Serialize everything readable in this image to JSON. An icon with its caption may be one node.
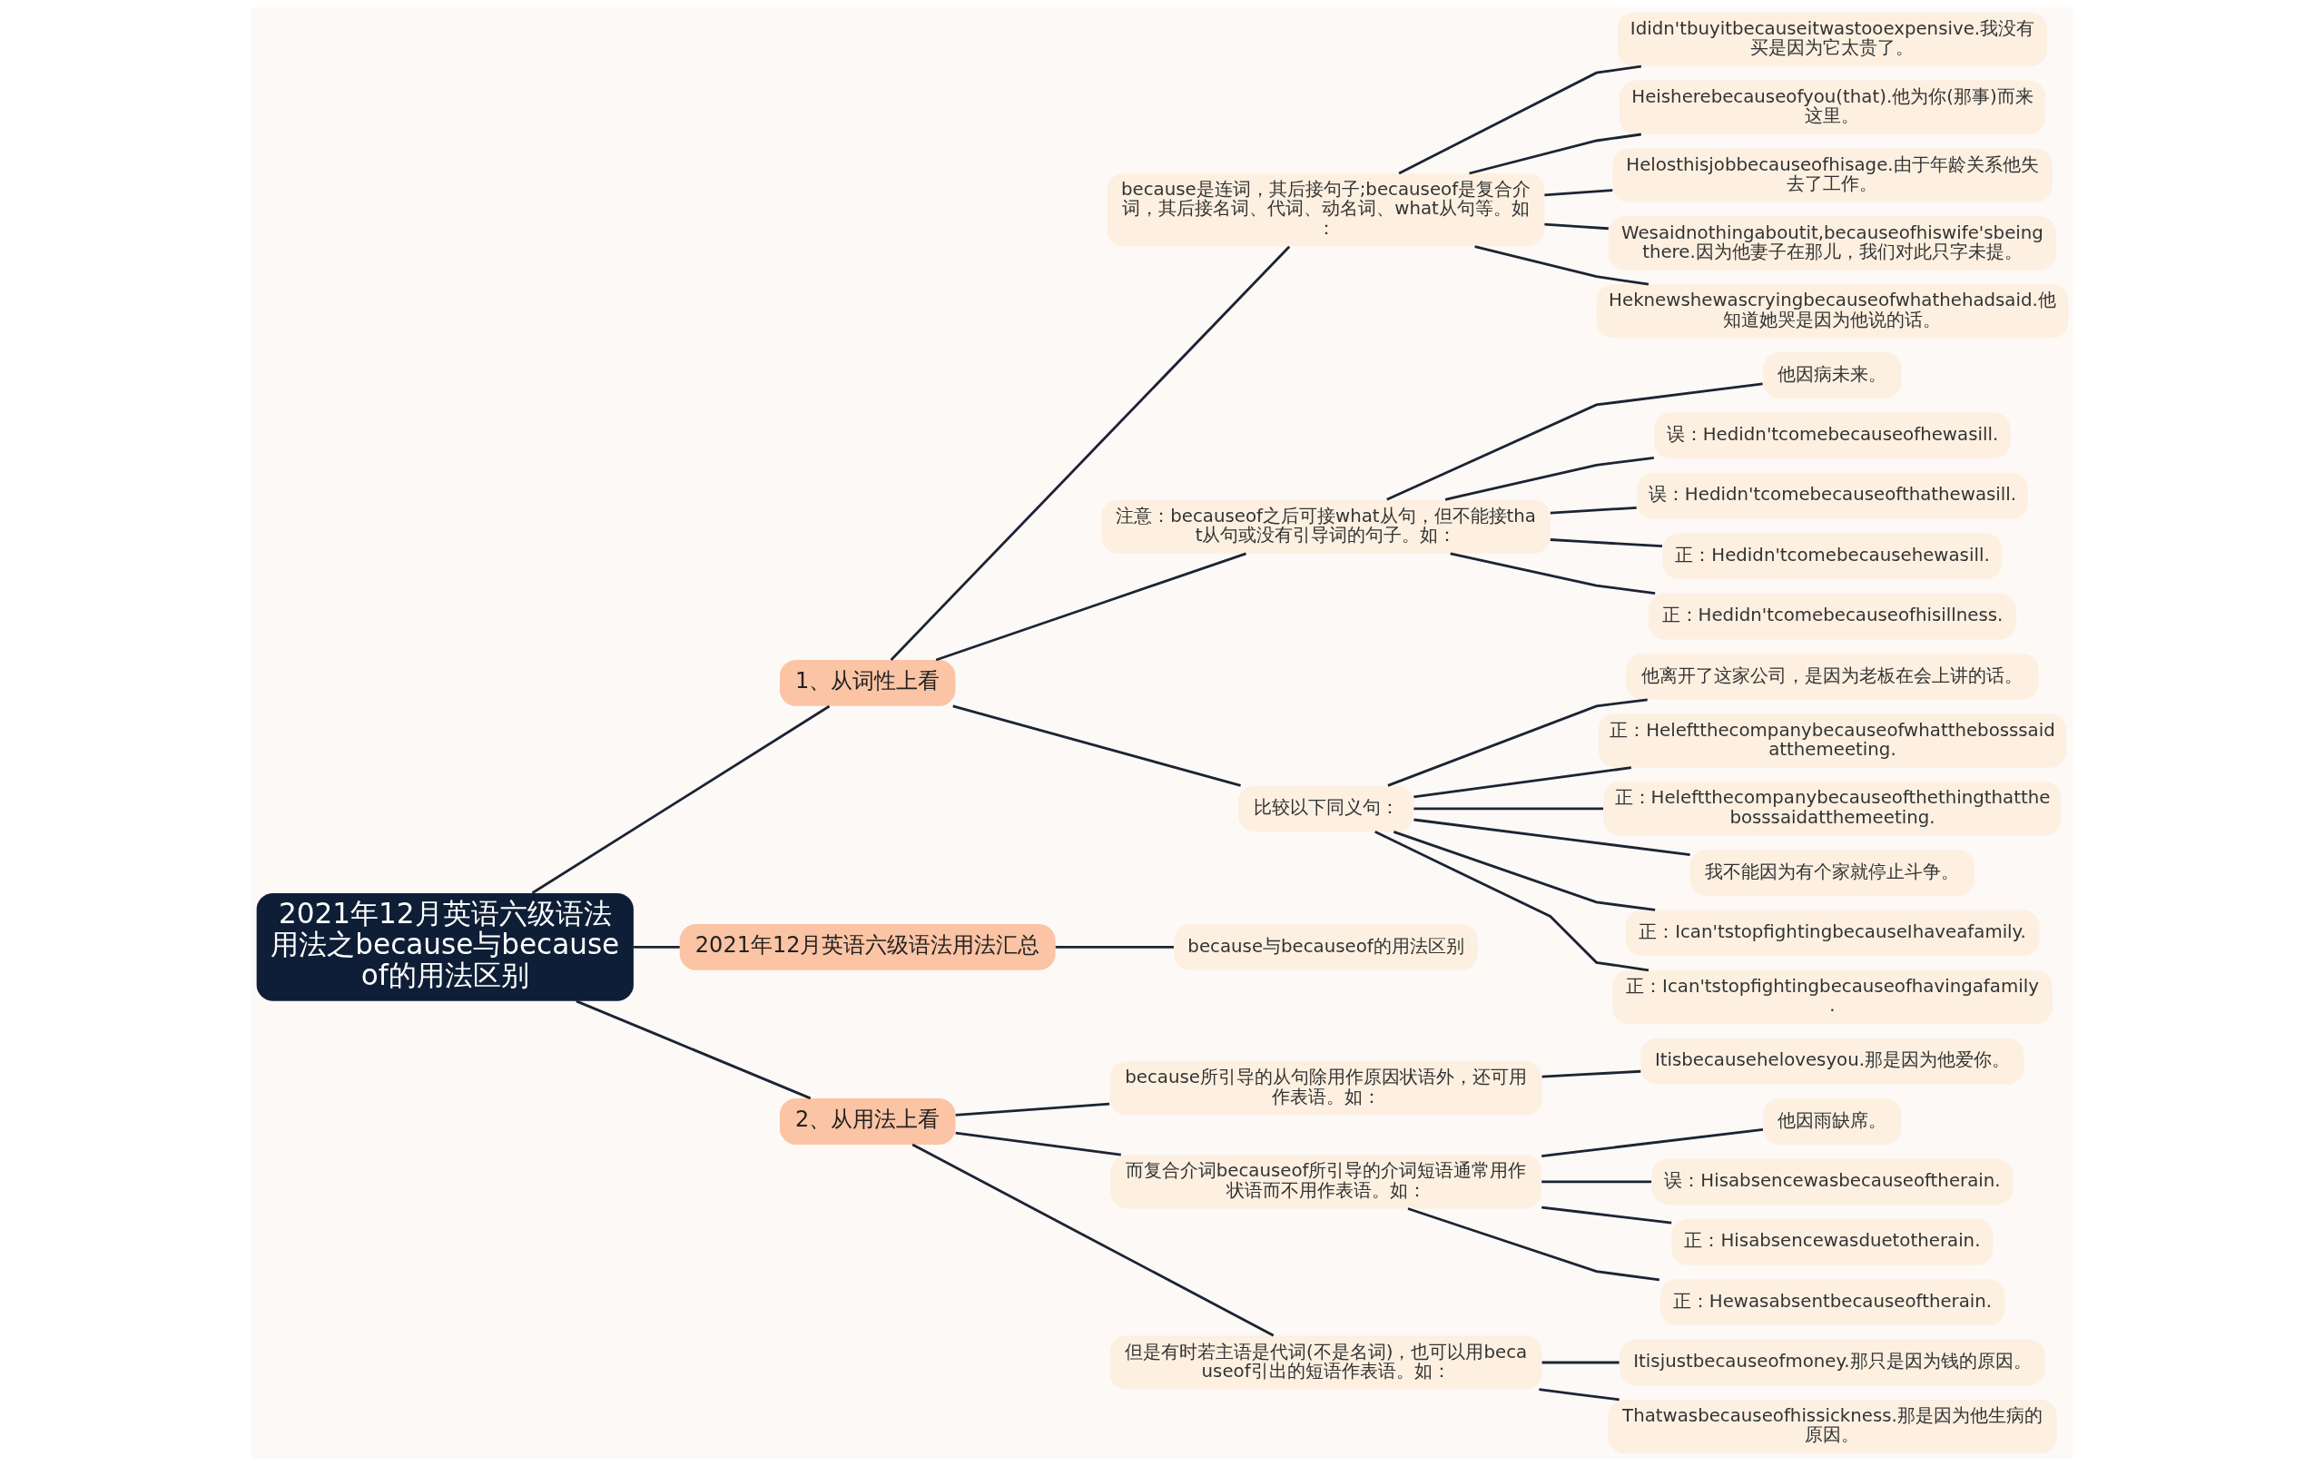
{
  "diagram": {
    "nodes": [
      {
        "text": [
          "2021年12月英语六级语法用法之because与because of的用法区别"
        ]
      },
      {
        "text": [
          "1、从词性上看"
        ]
      },
      {
        "text": [
          "because是连词，其后接句子;becauseof是复合介词，其后接名词、代词、动名词、what从句等。如："
        ]
      },
      {
        "text": [
          "Ididn'tbuyitbecauseitwastooexpensive.我没有买是因为它太贵了。"
        ]
      },
      {
        "text": [
          "Heisherebecauseofyou(that).他为你(那事)而来这里。"
        ]
      },
      {
        "text": [
          "Helosthisjobbecauseofhisage.由于年龄关系他失去了工作。"
        ]
      },
      {
        "text": [
          "Wesaidnothingaboutit,becauseofhiswife'sbeingthere.因为他妻子在那儿，我们对此只字未提。"
        ]
      },
      {
        "text": [
          "Heknewshewascryingbecauseofwhathehadsaid.他知道她哭是因为他说的话。"
        ]
      },
      {
        "text": [
          "注意：becauseof之后可接what从句，但不能接that从句或没有引导词的句子。如："
        ]
      },
      {
        "text": [
          "他因病未来。"
        ]
      },
      {
        "text": [
          "误：Hedidn'tcomebecauseofhewasill."
        ]
      },
      {
        "text": [
          "误：Hedidn'tcomebecauseofthathewasill."
        ]
      },
      {
        "text": [
          "正：Hedidn'tcomebecausehewasill."
        ]
      },
      {
        "text": [
          "正：Hedidn'tcomebecauseofhisillness."
        ]
      },
      {
        "text": [
          "比较以下同义句："
        ]
      },
      {
        "text": [
          "他离开了这家公司，是因为老板在会上讲的话。"
        ]
      },
      {
        "text": [
          "正：Heleftthecompanybecauseofwhatthebosssaidatthemeeting."
        ]
      },
      {
        "text": [
          "正：Heleftthecompanybecauseofthethingthatthebosssaidatthemeeting."
        ]
      },
      {
        "text": [
          "我不能因为有个家就停止斗争。"
        ]
      },
      {
        "text": [
          "正：Ican'tstopfightingbecauseIhaveafamily."
        ]
      },
      {
        "text": [
          "正：Ican'tstopfightingbecauseofhavingafamily."
        ]
      },
      {
        "text": [
          "2021年12月英语六级语法用法汇总"
        ]
      },
      {
        "text": [
          "because与becauseof的用法区别"
        ]
      },
      {
        "text": [
          "2、从用法上看"
        ]
      },
      {
        "text": [
          "because所引导的从句除用作原因状语外，还可用作表语。如："
        ]
      },
      {
        "text": [
          "Itisbecausehelovesyou.那是因为他爱你。"
        ]
      },
      {
        "text": [
          "而复合介词becauseof所引导的介词短语通常用作状语而不用作表语。如："
        ]
      },
      {
        "text": [
          "他因雨缺席。"
        ]
      },
      {
        "text": [
          "误：Hisabsencewasbecauseoftherain."
        ]
      },
      {
        "text": [
          "正：Hisabsencewasduetotherain."
        ]
      },
      {
        "text": [
          "正：Hewasabsentbecauseoftherain."
        ]
      },
      {
        "text": [
          "但是有时若主语是代词(不是名词)，也可以用becauseof引出的短语作表语。如："
        ]
      },
      {
        "text": [
          "Itisjustbecauseofmoney.那只是因为钱的原因。"
        ]
      },
      {
        "text": [
          "Thatwasbecauseofhissickness.那是因为他生病的原因。"
        ]
      }
    ],
    "edges": [
      {
        "from": 0,
        "to": 1,
        "arrow": "none"
      },
      {
        "from": 1,
        "to": 2,
        "arrow": "none"
      },
      {
        "from": 2,
        "to": 3,
        "arrow": "none"
      },
      {
        "from": 2,
        "to": 4,
        "arrow": "none"
      },
      {
        "from": 2,
        "to": 5,
        "arrow": "none"
      },
      {
        "from": 2,
        "to": 6,
        "arrow": "none"
      },
      {
        "from": 2,
        "to": 7,
        "arrow": "none"
      },
      {
        "from": 1,
        "to": 8,
        "arrow": "none"
      },
      {
        "from": 8,
        "to": 9,
        "arrow": "none"
      },
      {
        "from": 8,
        "to": 10,
        "arrow": "none"
      },
      {
        "from": 8,
        "to": 11,
        "arrow": "none"
      },
      {
        "from": 8,
        "to": 12,
        "arrow": "none"
      },
      {
        "from": 8,
        "to": 13,
        "arrow": "none"
      },
      {
        "from": 1,
        "to": 14,
        "arrow": "none"
      },
      {
        "from": 14,
        "to": 15,
        "arrow": "none"
      },
      {
        "from": 14,
        "to": 16,
        "arrow": "none"
      },
      {
        "from": 14,
        "to": 17,
        "arrow": "none"
      },
      {
        "from": 14,
        "to": 18,
        "arrow": "none"
      },
      {
        "from": 14,
        "to": 19,
        "arrow": "none"
      },
      {
        "from": 14,
        "to": 20,
        "arrow": "none"
      },
      {
        "from": 0,
        "to": 21,
        "arrow": "none"
      },
      {
        "from": 21,
        "to": 22,
        "arrow": "none"
      },
      {
        "from": 0,
        "to": 23,
        "arrow": "none"
      },
      {
        "from": 23,
        "to": 24,
        "arrow": "none"
      },
      {
        "from": 24,
        "to": 25,
        "arrow": "none"
      },
      {
        "from": 23,
        "to": 26,
        "arrow": "none"
      },
      {
        "from": 26,
        "to": 27,
        "arrow": "none"
      },
      {
        "from": 26,
        "to": 28,
        "arrow": "none"
      },
      {
        "from": 26,
        "to": 29,
        "arrow": "none"
      },
      {
        "from": 26,
        "to": 30,
        "arrow": "none"
      },
      {
        "from": 23,
        "to": 31,
        "arrow": "none"
      },
      {
        "from": 31,
        "to": 32,
        "arrow": "none"
      },
      {
        "from": 31,
        "to": 33,
        "arrow": "none"
      }
    ]
  }
}
